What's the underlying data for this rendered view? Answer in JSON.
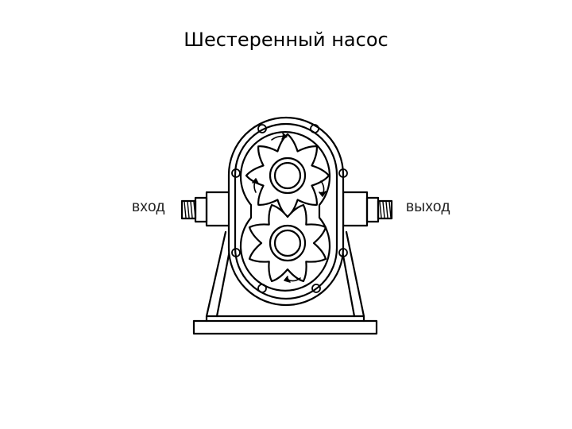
{
  "slide": {
    "title": "Шестеренный насос",
    "labels": {
      "inlet": "вход",
      "outlet": "выход"
    }
  },
  "diagram": {
    "stroke_color": "#000000",
    "background": "#ffffff",
    "gear_teeth": 8
  }
}
